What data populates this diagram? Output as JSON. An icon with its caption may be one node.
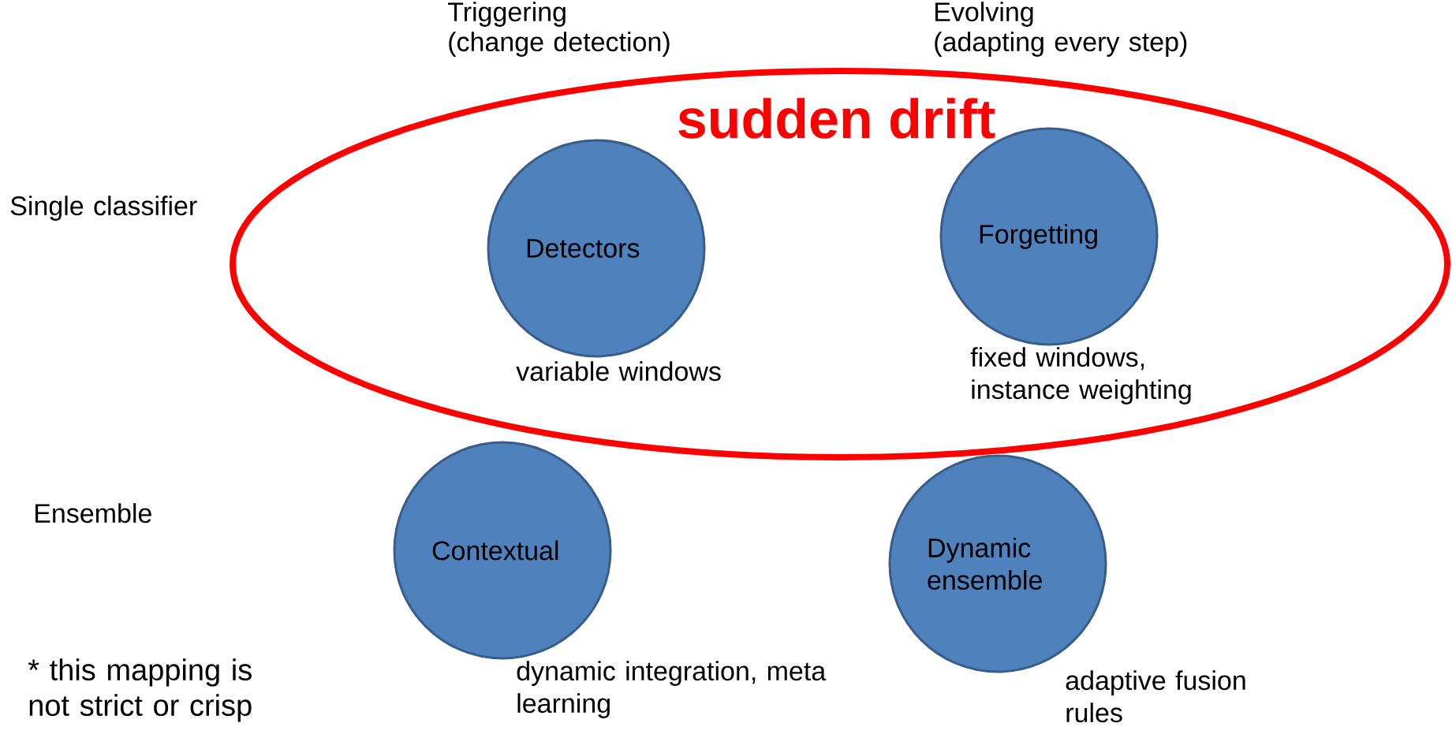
{
  "diagram": {
    "nodes": [
      {
        "text": [
          "sudden drift"
        ]
      },
      {
        "text": [
          "Detectors"
        ],
        "in": 0,
        "beside": [
          "variable windows"
        ]
      },
      {
        "text": [
          "Forgetting"
        ],
        "in": 0,
        "beside": [
          "fixed windows, instance weighting"
        ]
      },
      {
        "text": [
          "Contextual"
        ],
        "beside": [
          "dynamic integration, meta learning"
        ]
      },
      {
        "text": [
          "Dynamic ensemble"
        ],
        "beside": [
          "adaptive fusion rules"
        ]
      }
    ],
    "labels": [
      "Triggering",
      "(change detection)",
      "Evolving",
      "(adapting every step)",
      "Single classifier",
      "Ensemble",
      "* this mapping is not strict or crisp"
    ]
  }
}
